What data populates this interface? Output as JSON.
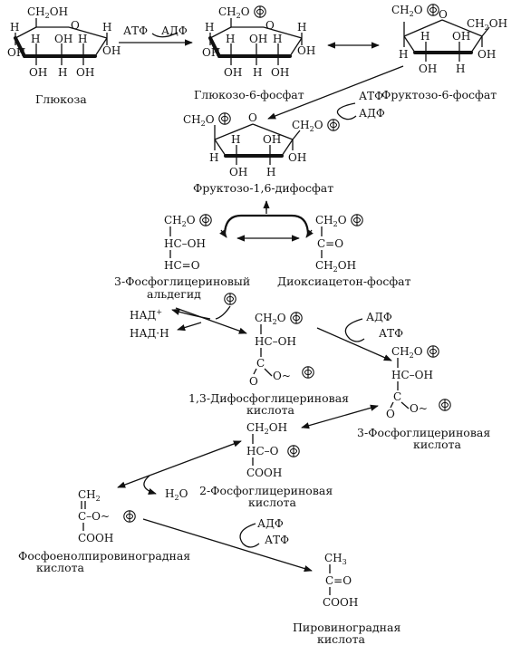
{
  "labels": {
    "glucose": "Глюкоза",
    "g6p": "Глюкозо-6-фосфат",
    "f6p": "Фруктозо-6-фосфат",
    "f16bp": "Фруктозо-1,6-дифосфат",
    "gap_1": "3-Фосфоглицериновый",
    "gap_2": "альдегид",
    "dhap": "Диоксиацетон-фосфат",
    "bpg_1": "1,3-Дифосфоглицериновая",
    "bpg_2": "кислота",
    "pg3_1": "3-Фосфоглицериновая",
    "pg3_2": "кислота",
    "pg2_1": "2-Фосфоглицериновая",
    "pg2_2": "кислота",
    "pep_1": "Фосфоенолпировиноградная",
    "pep_2": "кислота",
    "pyr_1": "Пировиноградная",
    "pyr_2": "кислота"
  },
  "cofactors": {
    "atp": "АТФ",
    "adp": "АДФ",
    "nad": "НАД",
    "nad_charge": "+",
    "nadh": "НАД·Н",
    "water": "H",
    "water_sub": "2",
    "water_o": "O",
    "phosphate": "Ф"
  },
  "atoms": {
    "H": "H",
    "OH": "OH",
    "O": "O",
    "ch2oh": "CH",
    "ch2oh_sub": "2",
    "ch2oh_end": "OH",
    "ch2o": "CH",
    "ch2o_sub": "2",
    "ch2o_end": "O",
    "hc_oh": "HC–OH",
    "hc_o": "HC=O",
    "c_o": "C=O",
    "c": "C",
    "o_tilde": "O~",
    "cooh": "COOH",
    "hc_o_link": "HC–O",
    "ch3": "CH",
    "ch3_sub": "3",
    "ch2_vinyl": "CH",
    "ch2_vinyl_sub": "2",
    "c_o_tilde": "C–O~"
  }
}
